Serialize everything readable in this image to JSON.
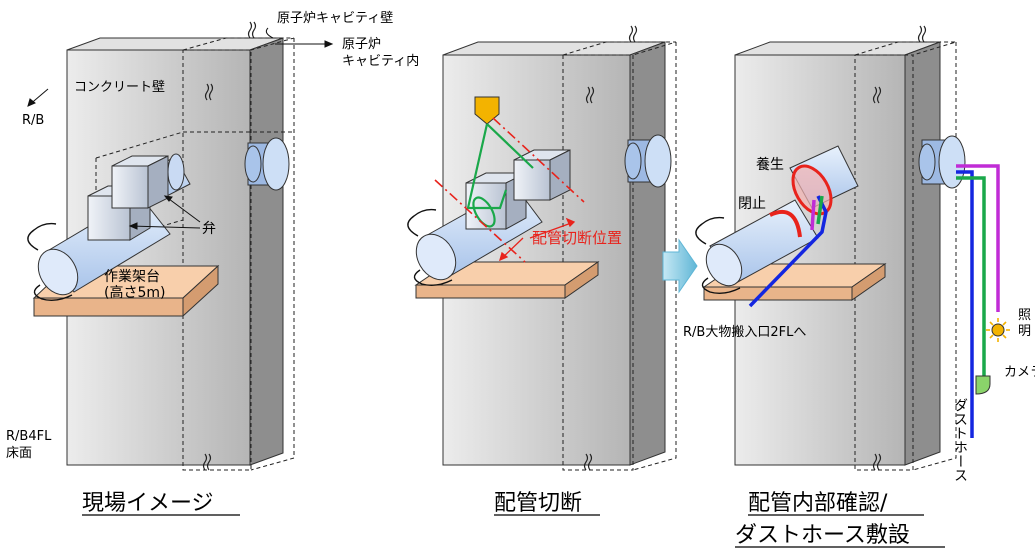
{
  "labels": {
    "cavity_wall": "原子炉キャビティ壁",
    "cavity_in_1": "原子炉",
    "cavity_in_2": "キャビティ内",
    "concrete_wall": "コンクリート壁",
    "rb": "R/B",
    "valve": "弁",
    "scaffold_1": "作業架台",
    "scaffold_2": "(高さ5m)",
    "floor_1": "R/B4FL",
    "floor_2": "床面",
    "cut_position": "配管切断位置",
    "cure": "養生",
    "close": "閉止",
    "rb_entrance": "R/B大物搬入口2FLへ",
    "light": "照明",
    "camera": "カメラ",
    "dust_hose": "ダストホース"
  },
  "captions": {
    "panel1": "現場イメージ",
    "panel2": "配管切断",
    "panel3_line1": "配管内部確認/",
    "panel3_line2": "ダストホース敷設"
  },
  "colors": {
    "wall": "#c8c8c8",
    "pipe": "#cfe0f7",
    "scaffold": "#f8cfab",
    "cut_line": "#e8231c",
    "green": "#1aa84a",
    "blue": "#1426e0",
    "magenta": "#c02cd6",
    "sensor": "#f3b300",
    "arrow": "#8fd0e8"
  }
}
